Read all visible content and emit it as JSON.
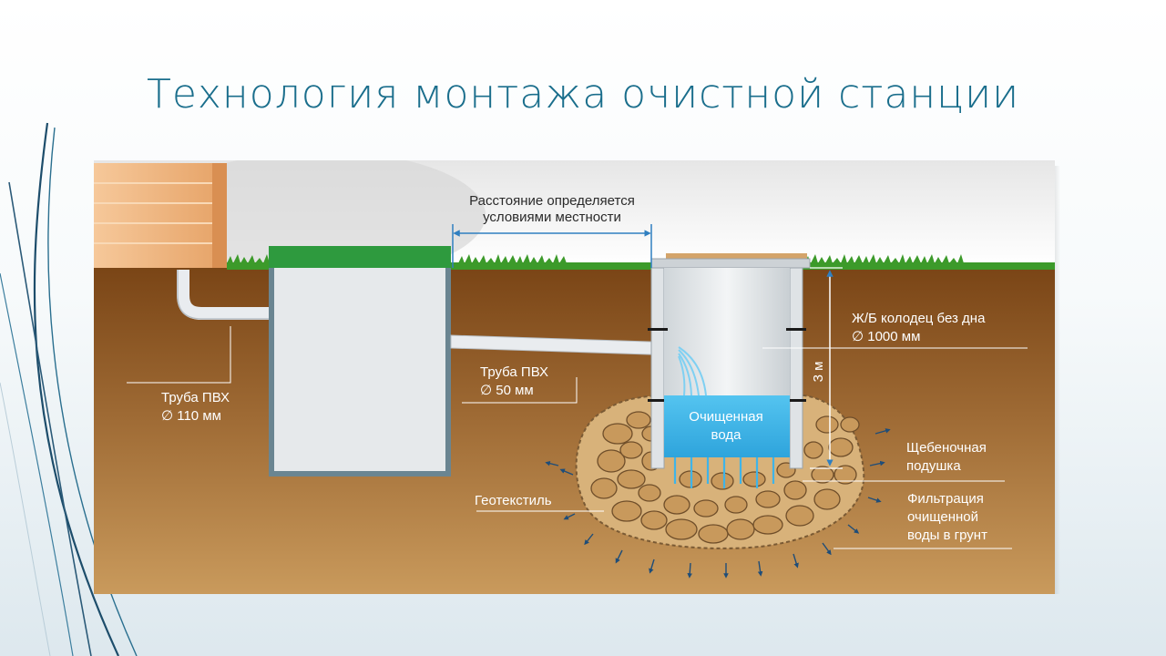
{
  "slide": {
    "title": "Технология монтажа очистной станции"
  },
  "diagram": {
    "distance_label_line1": "Расстояние определяется",
    "distance_label_line2": "условиями местности",
    "well_label_line1": "Ж/Б колодец без дна",
    "well_label_line2": "∅ 1000 мм",
    "depth_label": "3 м",
    "pipe50_label_line1": "Труба ПВХ",
    "pipe50_label_line2": "∅ 50 мм",
    "pipe110_label_line1": "Труба ПВХ",
    "pipe110_label_line2": "∅ 110 мм",
    "water_label_line1": "Очищенная",
    "water_label_line2": "вода",
    "gravel_label_line1": "Щебеночная",
    "gravel_label_line2": "подушка",
    "geotextile_label": "Геотекстиль",
    "filtration_label_line1": "Фильтрация",
    "filtration_label_line2": "очищенной",
    "filtration_label_line3": "воды в грунт"
  },
  "colors": {
    "title": "#1a6e8c",
    "soil_top": "#7a4516",
    "soil_bottom": "#c99a5c",
    "grass": "#3c9a2a",
    "tank_lid": "#2e9a3e",
    "water": "#3fb4e8",
    "dimension_line": "#2f7fc0",
    "concrete": "#dfe3e6"
  }
}
